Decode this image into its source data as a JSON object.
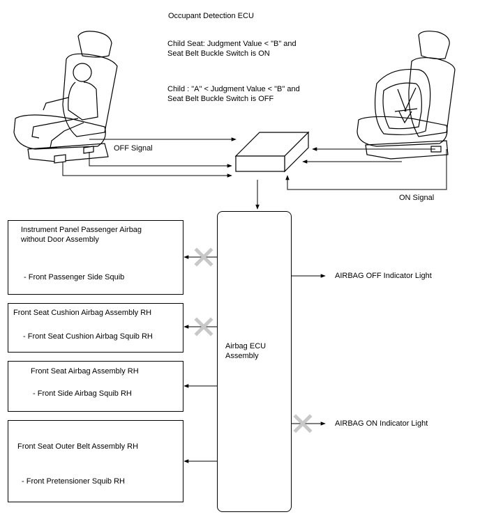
{
  "header": {
    "ecu_title": "Occupant Detection ECU",
    "child_seat_line1": "Child Seat: Judgment Value < \"B\" and",
    "child_seat_line2": "Seat Belt Buckle Switch is ON",
    "child_line1": "Child : \"A\" < Judgment Value < \"B\" and",
    "child_line2": "Seat Belt Buckle Switch is OFF"
  },
  "signals": {
    "off_signal": "OFF Signal",
    "on_signal": "ON Signal"
  },
  "airbag_ecu": {
    "line1": "Airbag ECU",
    "line2": "Assembly"
  },
  "indicators": {
    "off_light": "AIRBAG OFF Indicator Light",
    "on_light": "AIRBAG ON Indicator Light"
  },
  "components": [
    {
      "title_line1": "Instrument Panel Passenger Airbag",
      "title_line2": "without Door Assembly",
      "item": "- Front Passenger Side Squib",
      "disabled": true
    },
    {
      "title_line1": "Front Seat Cushion Airbag Assembly RH",
      "title_line2": "",
      "item": "- Front Seat Cushion Airbag Squib RH",
      "disabled": true
    },
    {
      "title_line1": "Front Seat Airbag Assembly RH",
      "title_line2": "",
      "item": "- Front Side Airbag Squib RH",
      "disabled": false
    },
    {
      "title_line1": "Front Seat Outer Belt Assembly RH",
      "title_line2": "",
      "item": "- Front Pretensioner Squib RH",
      "disabled": false
    }
  ],
  "colors": {
    "line": "#000000",
    "cross": "#c8c8c8"
  },
  "icons": [
    "seat-with-child-icon",
    "seat-with-child-seat-icon",
    "ecu-box-icon",
    "blocked-cross-icon"
  ]
}
